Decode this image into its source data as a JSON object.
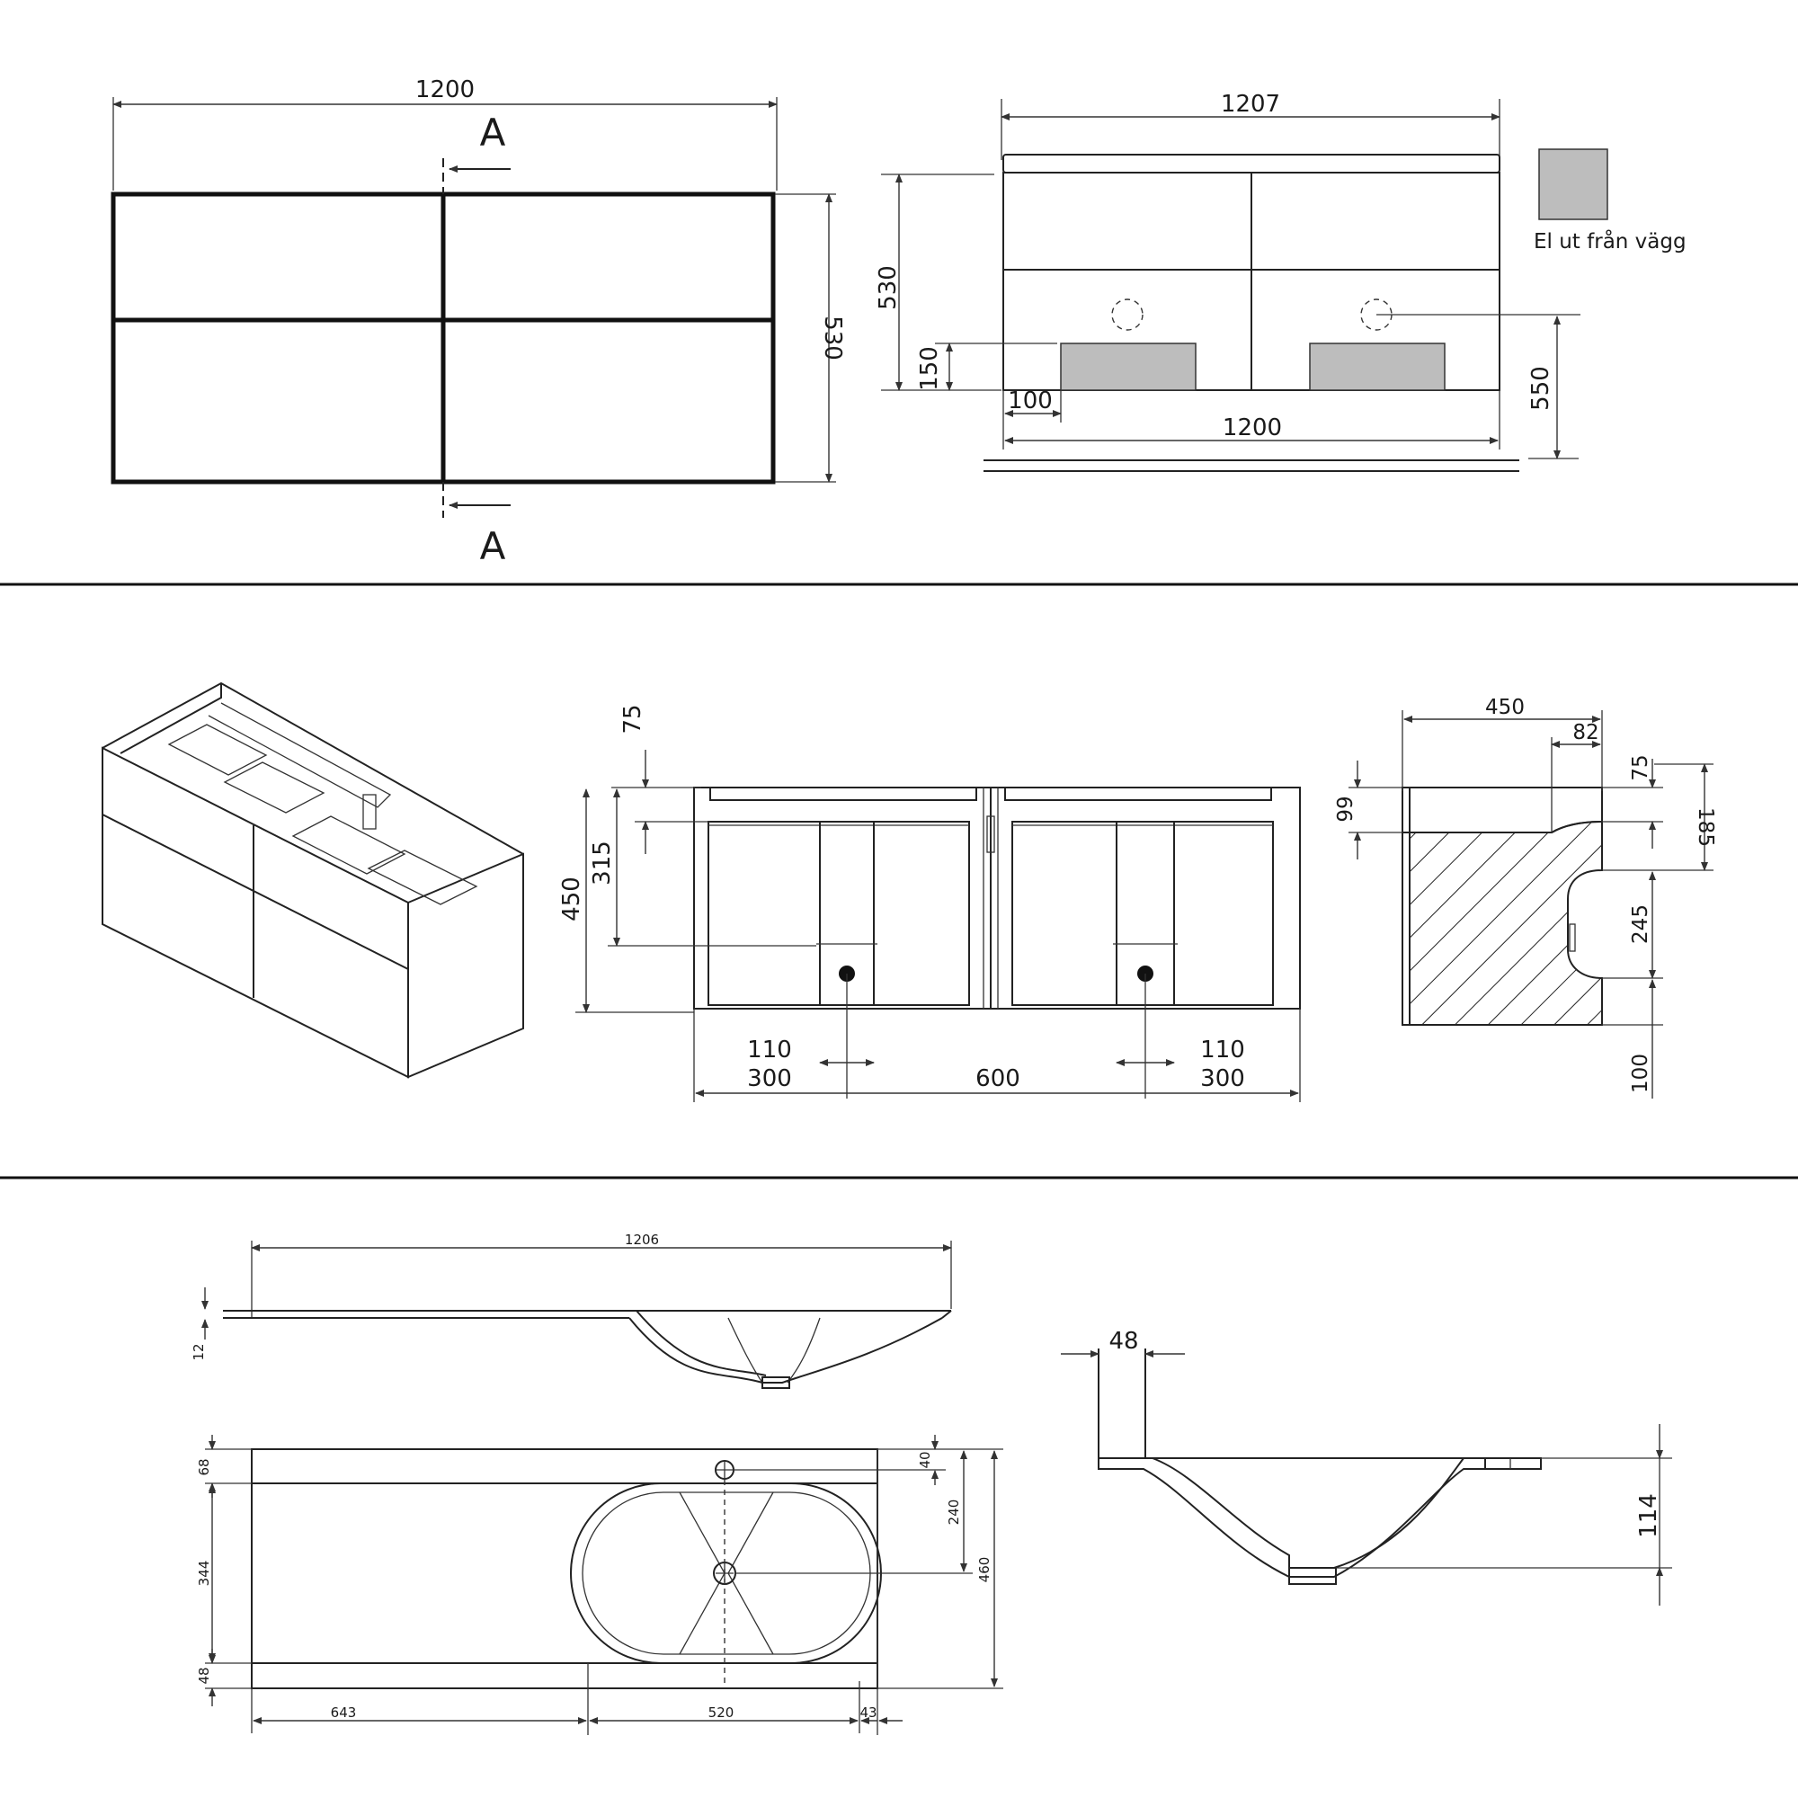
{
  "top_plan": {
    "width": "1200",
    "depth": "530",
    "section_mark": "A"
  },
  "front_view": {
    "top_width": "1207",
    "height": "530",
    "bottom_width": "1200",
    "cutout_height": "150",
    "cutout_offset": "100",
    "outlet_height": "550",
    "legend_label": "El ut från vägg",
    "legend_color": "#bdbdbd"
  },
  "section_front": {
    "top_offset": "75",
    "inner_height": "315",
    "total_height": "450",
    "left_drain": "110",
    "right_drain": "110",
    "left_width": "300",
    "middle_width": "600",
    "right_width": "300"
  },
  "side_section": {
    "depth": "450",
    "back_offset": "82",
    "top_step": "75",
    "left_height": "99",
    "upper_zone": "185",
    "middle_zone": "245",
    "bottom_zone": "100"
  },
  "basin_side": {
    "length": "1206",
    "thickness": "12"
  },
  "basin_plan": {
    "front_margin": "68",
    "bowl_depth": "344",
    "back_margin": "48",
    "tap_offset": "40",
    "drain_offset": "240",
    "total_depth": "460",
    "left_length": "643",
    "bowl_length": "520",
    "right_length": "43"
  },
  "basin_section": {
    "rim_width": "48",
    "bowl_height": "114"
  }
}
